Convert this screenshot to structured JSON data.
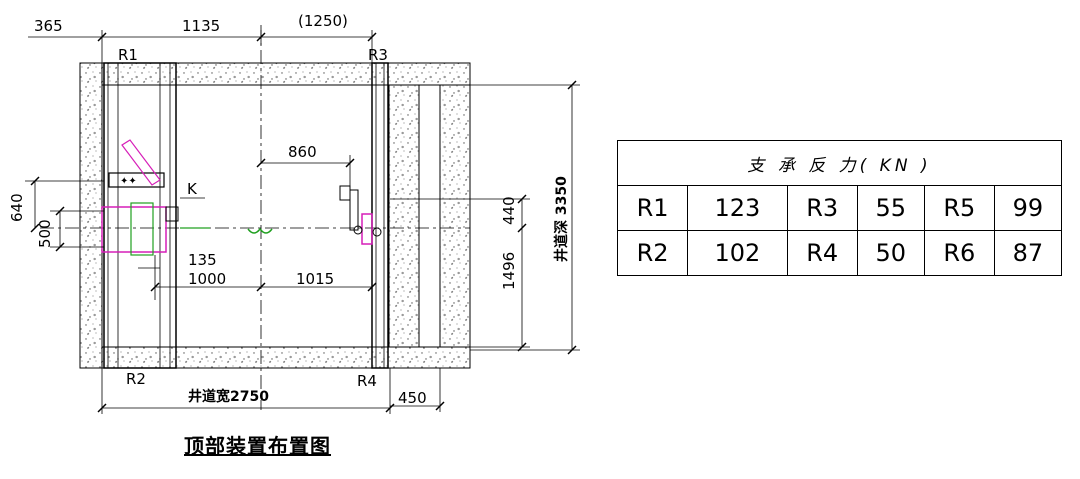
{
  "drawing": {
    "dims": {
      "top_left": "365",
      "top_mid": "1135",
      "top_right": "(1250)",
      "left_outer": "640",
      "left_inner": "500",
      "mid_860": "860",
      "mid_135": "135",
      "mid_1000": "1000",
      "mid_1015": "1015",
      "right_440": "440",
      "right_1496": "1496",
      "bottom_450": "450"
    },
    "markers": {
      "r1": "R1",
      "r2": "R2",
      "r3": "R3",
      "r4": "R4",
      "k": "K"
    },
    "shaft_width_label": "井道宽2750",
    "shaft_depth_label": "井道深 3350"
  },
  "caption": "顶部装置布置图",
  "table": {
    "title": "支 承 反 力( KN )",
    "rows": [
      [
        "R1",
        "123",
        "R3",
        "55",
        "R5",
        "99"
      ],
      [
        "R2",
        "102",
        "R4",
        "50",
        "R6",
        "87"
      ]
    ]
  }
}
